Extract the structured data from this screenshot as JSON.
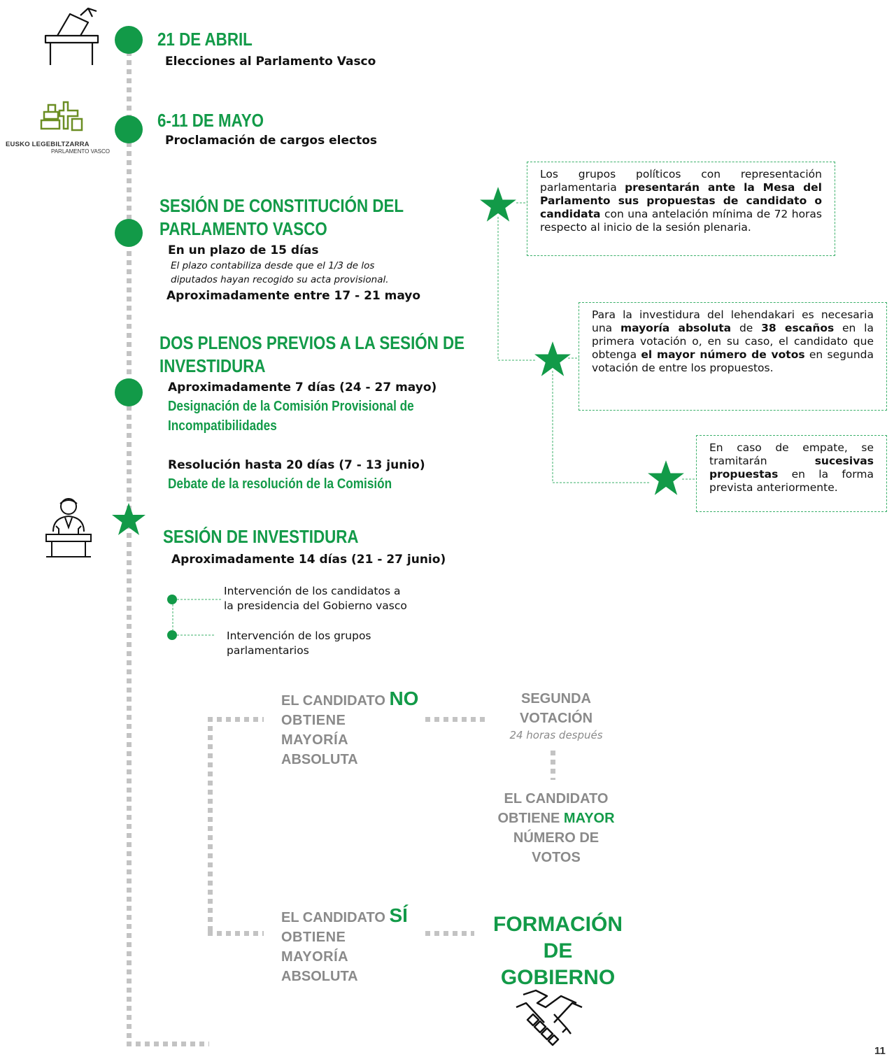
{
  "colors": {
    "accent": "#129a48",
    "grey": "#8a8a8a",
    "dash": "#c3c3c3"
  },
  "icons": [
    "ballot-box-icon",
    "parliament-logo",
    "speaker-podium-icon",
    "handshake-icon",
    "star-icon"
  ],
  "logo": {
    "line1": "EUSKO LEGEBILTZARRA",
    "line2": "PARLAMENTO VASCO"
  },
  "steps": {
    "s1": {
      "date": "21 DE ABRIL",
      "desc": "Elecciones al Parlamento Vasco"
    },
    "s2": {
      "date": "6-11 DE MAYO",
      "desc": "Proclamación de cargos electos"
    },
    "s3": {
      "title1": "SESIÓN DE CONSTITUCIÓN DEL",
      "title2": "PARLAMENTO VASCO",
      "plazo": "En un plazo de 15 días",
      "note1": "El plazo contabiliza desde que el 1/3 de los",
      "note2": "diputados hayan recogido su acta provisional.",
      "approx": "Aproximadamente entre 17 - 21 mayo"
    },
    "s4": {
      "title1": "DOS PLENOS PREVIOS A LA SESIÓN DE",
      "title2": "INVESTIDURA",
      "approx": "Aproximadamente 7 días (24 - 27  mayo)",
      "green1": "Designación de la Comisión Provisional de",
      "green2": "Incompatibilidades",
      "res": "Resolución hasta 20 días (7 - 13 junio)",
      "green3": "Debate de la resolución de la Comisión"
    },
    "s5": {
      "title": "SESIÓN DE INVESTIDURA",
      "approx": "Aproximadamente 14 días (21 - 27 junio)",
      "item1a": "Intervención de los candidatos a",
      "item1b": "la presidencia del Gobierno vasco",
      "item2a": "Intervención de los grupos",
      "item2b": "parlamentarios"
    }
  },
  "boxes": {
    "b1": {
      "t1": "Los grupos políticos con representación parlamentaria ",
      "b1": "presentarán ante la Mesa del Parlamento sus propuestas de candidato o candidata",
      "t2": " con una antelación mínima de 72 horas respecto al inicio de la sesión plenaria."
    },
    "b2": {
      "t1": "Para la investidura del lehendakari es necesaria una ",
      "b1": "mayoría absoluta",
      "t2": " de ",
      "b2": "38 escaños",
      "t3": " en la primera votación o, en su caso, el candidato que obtenga ",
      "b3": "el mayor número de votos",
      "t4": " en segunda votación de entre los propuestos."
    },
    "b3": {
      "t1": "En caso de empate, se tramitarán ",
      "b1": "sucesivas propuestas",
      "t2": " en la forma prevista anteriormente."
    }
  },
  "outcomes": {
    "no": {
      "a": "EL CANDIDATO ",
      "b": "NO",
      "c": "OBTIENE MAYORÍA",
      "d": "ABSOLUTA"
    },
    "segunda": {
      "a": "SEGUNDA",
      "b": "VOTACIÓN",
      "c": "24 horas después"
    },
    "mayor": {
      "a": "EL CANDIDATO",
      "b": "OBTIENE ",
      "c": "MAYOR",
      "d": "NÚMERO DE",
      "e": "VOTOS"
    },
    "si": {
      "a": "EL CANDIDATO ",
      "b": "SÍ",
      "c": "OBTIENE MAYORÍA",
      "d": "ABSOLUTA"
    },
    "formacion": {
      "a": "FORMACIÓN DE",
      "b": "GOBIERNO"
    }
  },
  "page_number": "11"
}
